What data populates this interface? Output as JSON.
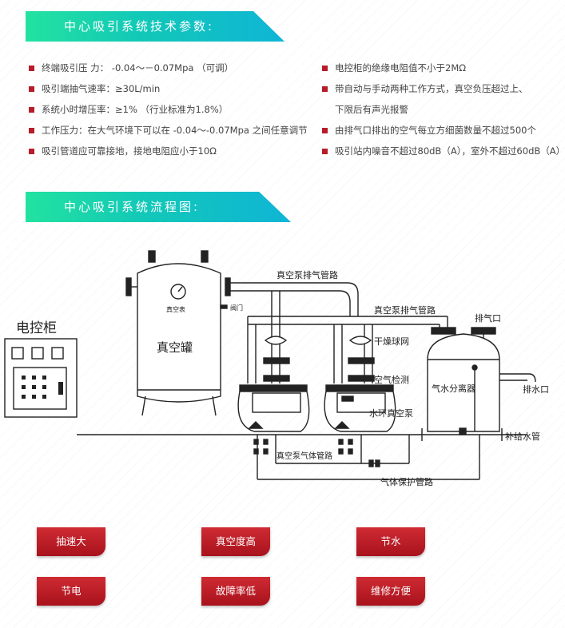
{
  "section1": {
    "title": "中心吸引系统技术参数:"
  },
  "specs_left": [
    {
      "text": "终端吸引压 力：   -0.04～－0.07Mpa （可调）"
    },
    {
      "text": "吸引端抽气速率：≥30L/min"
    },
    {
      "text": "系统小时增压率：≥1% （行业标准为1.8%）"
    },
    {
      "text": "工作压力：在大气环境下可以在 -0.04～-0.07Mpa 之间任意调节"
    },
    {
      "text": "吸引管道应可靠接地，接地电阻应小于10Ω"
    }
  ],
  "specs_right": [
    {
      "text": "电控柜的绝缘电阻值不小于2MΩ"
    },
    {
      "text": "带自动与手动两种工作方式，真空负压超过上、"
    },
    {
      "text": "下限后有声光报警"
    },
    {
      "text": "由排气口排出的空气每立方细菌数量不超过500个"
    },
    {
      "text": "吸引站内噪音不超过80dB（A），室外不超过60dB（A）"
    }
  ],
  "section2": {
    "title": "中心吸引系统流程图:"
  },
  "diagram": {
    "cabinet": "电控柜",
    "tank": "真空罐",
    "gauge": "真空表",
    "valve": "阀门",
    "exhaust_pipe_1": "真空泵排气管路",
    "exhaust_pipe_2": "真空泵排气管路",
    "exhaust_port": "排气口",
    "dry_filter": "干燥球网",
    "air_detect": "空气检测",
    "separator": "气水分离器",
    "drain_port": "排水口",
    "pump": "水环真空泵",
    "supply_pipe": "补给水管",
    "gas_pipe": "真空泵气体管路",
    "protect_pipe": "气体保护管路"
  },
  "features": [
    {
      "label": "抽速大"
    },
    {
      "label": "真空度高"
    },
    {
      "label": "节水"
    },
    {
      "label": "节电"
    },
    {
      "label": "故障率低"
    },
    {
      "label": "维修方便"
    }
  ],
  "colors": {
    "accent_red": "#b71c2a",
    "banner_green": "#22e2a0",
    "banner_cyan": "#0fb5d6"
  }
}
